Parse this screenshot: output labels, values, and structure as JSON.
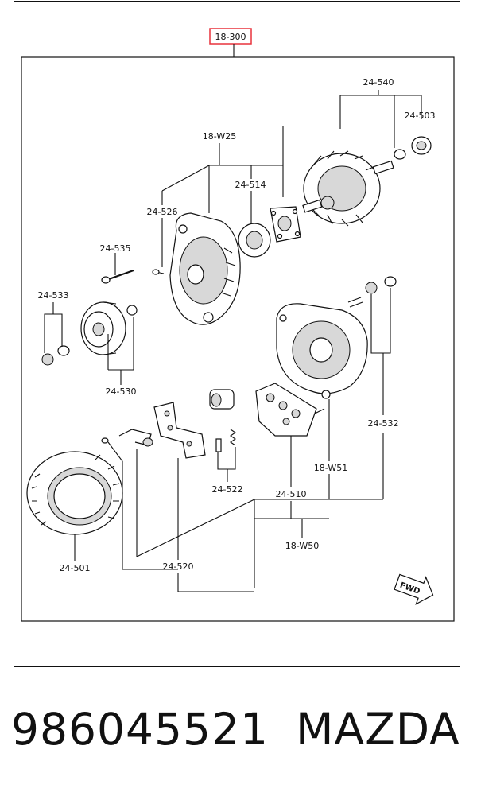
{
  "diagram": {
    "assembly_code": "18-300",
    "labels": {
      "p24_540": "24-540",
      "p24_503": "24-503",
      "p18_W25": "18-W25",
      "p24_514": "24-514",
      "p24_526": "24-526",
      "p24_535": "24-535",
      "p24_533": "24-533",
      "p24_530": "24-530",
      "p24_532": "24-532",
      "p18_W51": "18-W51",
      "p24_522": "24-522",
      "p24_510": "24-510",
      "p18_W50": "18-W50",
      "p24_501": "24-501",
      "p24_520": "24-520"
    },
    "fwd_label": "FWD"
  },
  "footer": {
    "part_number": "986045521",
    "brand": "MAZDA"
  },
  "colors": {
    "highlight": "#e8323c",
    "ink": "#111111"
  }
}
